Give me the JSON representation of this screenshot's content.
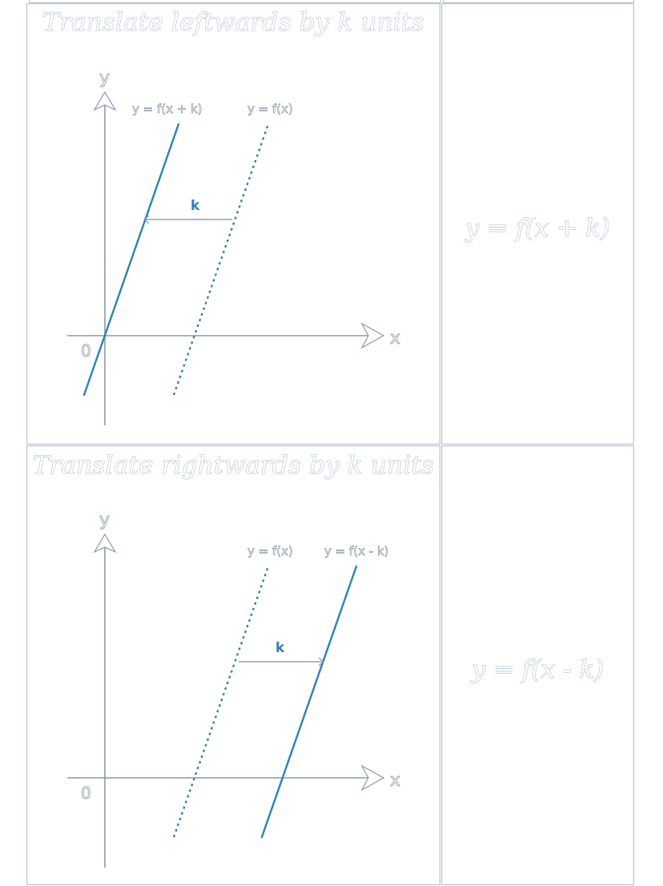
{
  "rows": [
    {
      "title": "Translate leftwards by k units",
      "formula": "y = f(x + k)",
      "graph": {
        "y_axis_label": "y",
        "x_axis_label": "x",
        "origin_label": "0",
        "solid_curve_label": "y = f(x + k)",
        "dotted_curve_label": "y = f(x)",
        "shift_label": "k",
        "shift_direction": "left"
      }
    },
    {
      "title": "Translate rightwards by k units",
      "formula": "y = f(x - k)",
      "graph": {
        "y_axis_label": "y",
        "x_axis_label": "x",
        "origin_label": "0",
        "solid_curve_label": "y = f(x - k)",
        "dotted_curve_label": "y = f(x)",
        "shift_label": "k",
        "shift_direction": "right"
      }
    }
  ],
  "colors": {
    "curve": "#2b82b4",
    "axis": "#8a99a8",
    "border": "#b9c6d3"
  }
}
